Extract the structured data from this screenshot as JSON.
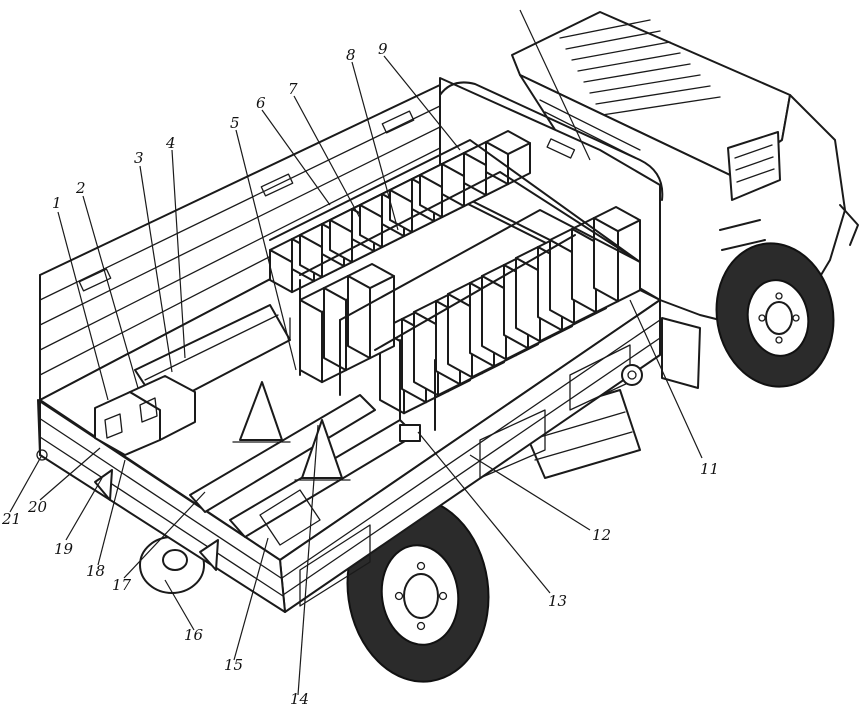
{
  "callouts": [
    {
      "id": "1",
      "label": "1"
    },
    {
      "id": "2",
      "label": "2"
    },
    {
      "id": "3",
      "label": "3"
    },
    {
      "id": "4",
      "label": "4"
    },
    {
      "id": "5",
      "label": "5"
    },
    {
      "id": "6",
      "label": "6"
    },
    {
      "id": "7",
      "label": "7"
    },
    {
      "id": "8",
      "label": "8"
    },
    {
      "id": "9",
      "label": "9"
    },
    {
      "id": "11",
      "label": "11"
    },
    {
      "id": "12",
      "label": "12"
    },
    {
      "id": "13",
      "label": "13"
    },
    {
      "id": "14",
      "label": "14"
    },
    {
      "id": "15",
      "label": "15"
    },
    {
      "id": "16",
      "label": "16"
    },
    {
      "id": "17",
      "label": "17"
    },
    {
      "id": "18",
      "label": "18"
    },
    {
      "id": "19",
      "label": "19"
    },
    {
      "id": "20",
      "label": "20"
    },
    {
      "id": "21",
      "label": "21"
    }
  ]
}
